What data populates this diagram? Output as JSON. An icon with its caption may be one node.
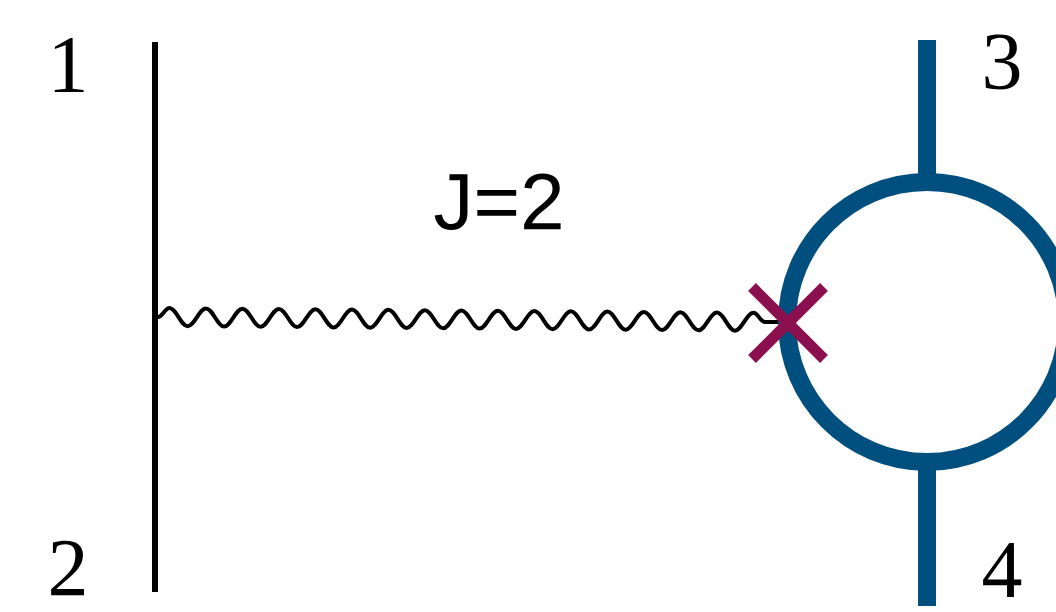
{
  "diagram": {
    "nodes": [
      {
        "text": [],
        "shape": "bar"
      },
      {
        "text": [],
        "shape": "circle"
      }
    ],
    "edges": [
      {
        "from": 0,
        "to": 1,
        "arrow": "none",
        "label": "J=2"
      }
    ],
    "labels": [
      "1",
      "2",
      "3",
      "4"
    ]
  }
}
